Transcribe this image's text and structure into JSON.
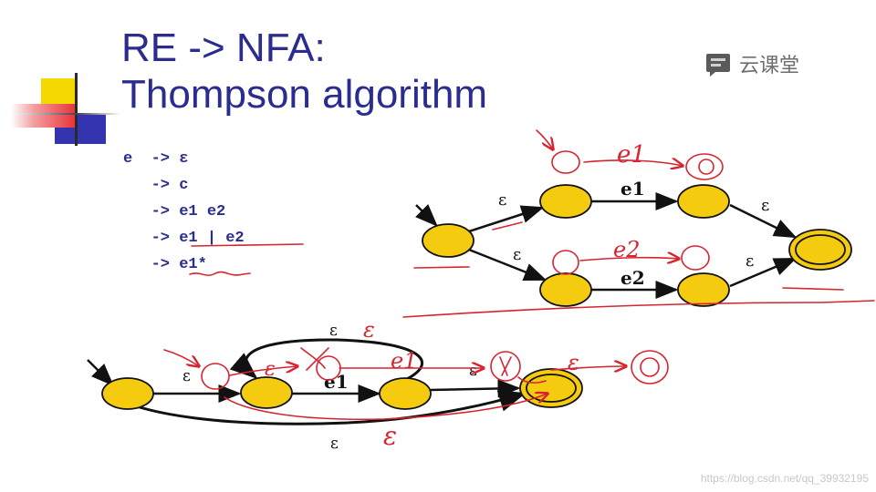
{
  "slide": {
    "title_line1": "RE -> NFA:",
    "title_line2": "Thompson algorithm",
    "grammar": [
      "e  -> ε",
      "   -> c",
      "   -> e1 e2",
      "   -> e1 | e2",
      "   -> e1*"
    ],
    "diagram_union": {
      "labels": [
        "ε",
        "e1",
        "ε",
        "ε",
        "e2",
        "ε"
      ]
    },
    "diagram_star": {
      "labels": [
        "ε",
        "ε",
        "e1",
        "ε",
        "ε"
      ]
    },
    "handwriting": {
      "top_e1": "e1",
      "top_e2": "e2",
      "bottom_e1": "e1",
      "bottom_eps1": "ε",
      "bottom_eps2": "ε",
      "bottom_eps3": "ε",
      "bottom_eps4": "ε"
    }
  },
  "watermark": {
    "logo_text": "云课堂",
    "url": "https://blog.csdn.net/qq_39932195"
  },
  "colors": {
    "title": "#2b2c8f",
    "state_fill": "#f5cb0f",
    "ink_red": "#d62430",
    "deco_yellow": "#f5d800",
    "deco_blue": "#3434b0",
    "deco_red": "#e8343a"
  }
}
